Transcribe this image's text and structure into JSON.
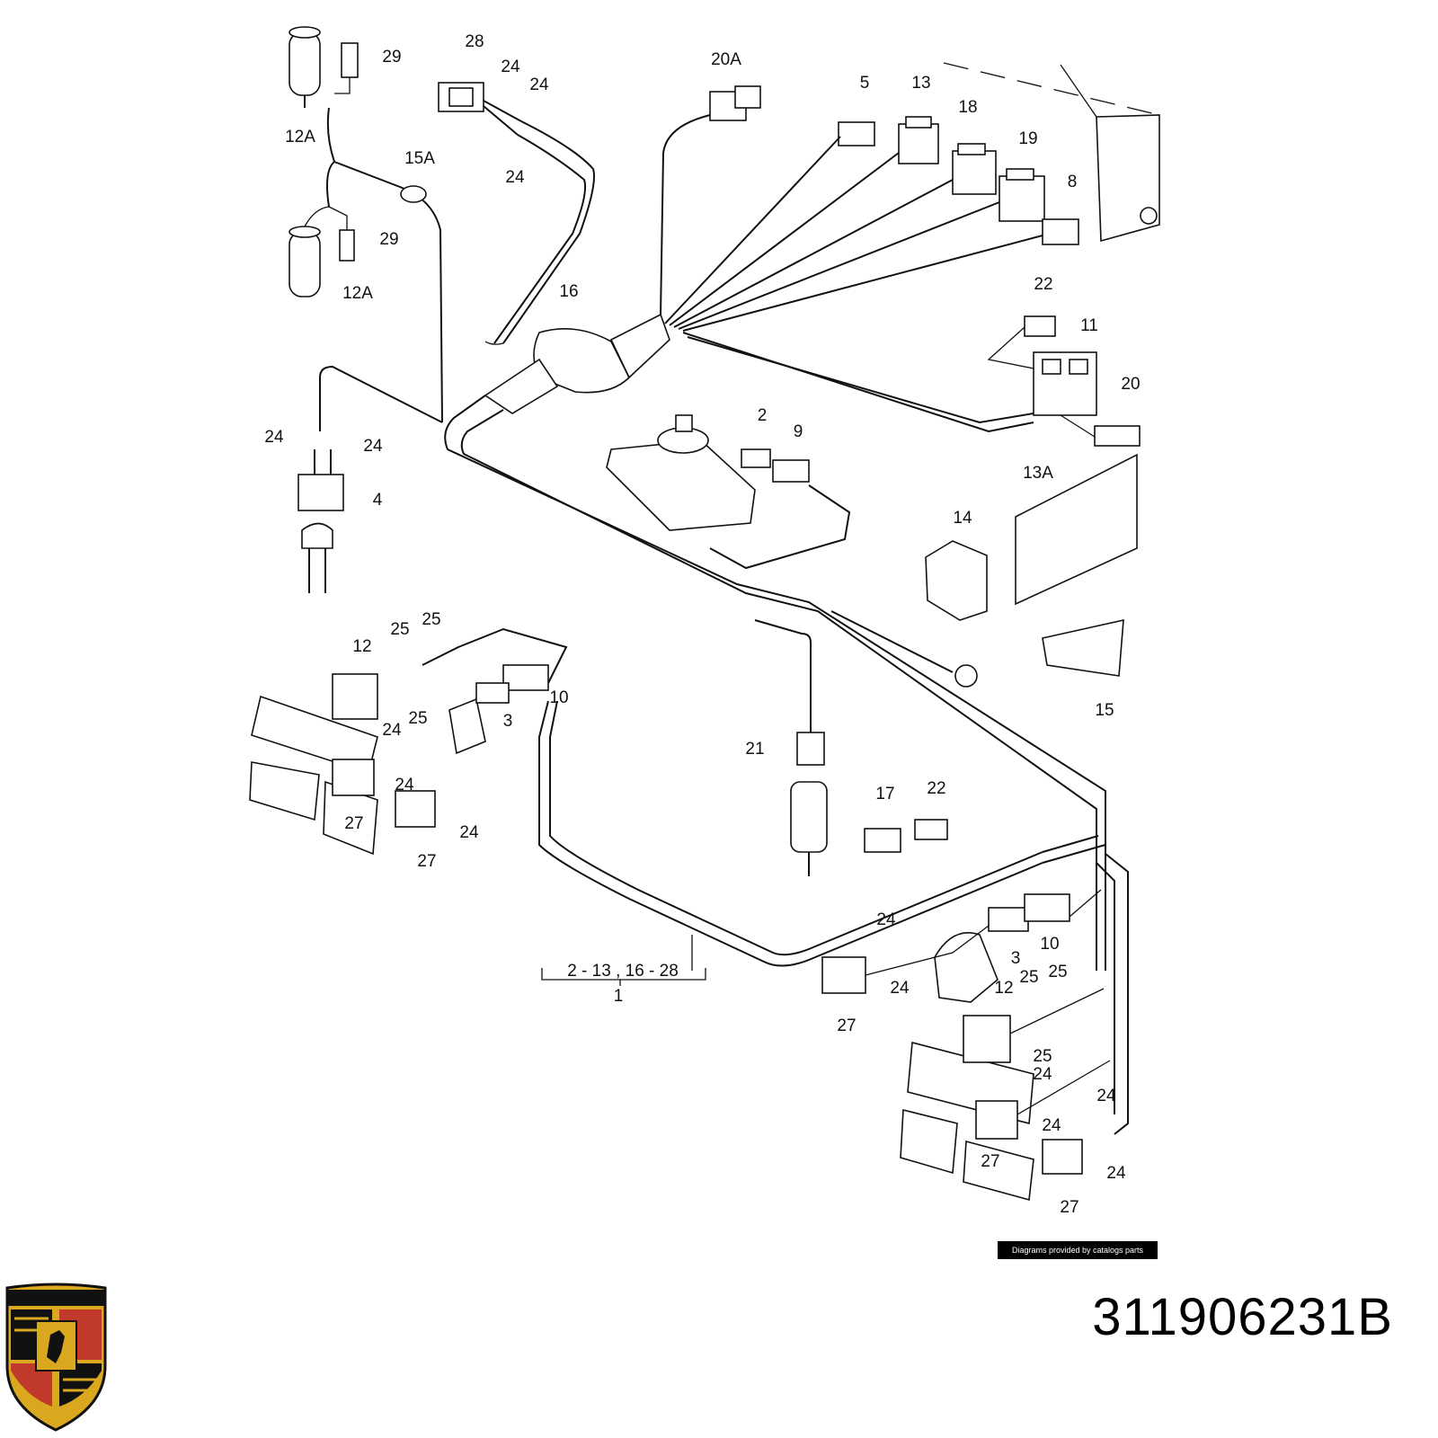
{
  "diagram": {
    "callouts": [
      {
        "id": "c1",
        "text": "29"
      },
      {
        "id": "c2",
        "text": "12A"
      },
      {
        "id": "c3",
        "text": "29"
      },
      {
        "id": "c4",
        "text": "12A"
      },
      {
        "id": "c5",
        "text": "15A"
      },
      {
        "id": "c6",
        "text": "28"
      },
      {
        "id": "c7",
        "text": "24"
      },
      {
        "id": "c8",
        "text": "24"
      },
      {
        "id": "c9",
        "text": "24"
      },
      {
        "id": "c10",
        "text": "20A"
      },
      {
        "id": "c11",
        "text": "5"
      },
      {
        "id": "c12",
        "text": "13"
      },
      {
        "id": "c13",
        "text": "18"
      },
      {
        "id": "c14",
        "text": "19"
      },
      {
        "id": "c15",
        "text": "8"
      },
      {
        "id": "c16",
        "text": "16"
      },
      {
        "id": "c17",
        "text": "22"
      },
      {
        "id": "c18",
        "text": "11"
      },
      {
        "id": "c19",
        "text": "20"
      },
      {
        "id": "c20",
        "text": "2"
      },
      {
        "id": "c21",
        "text": "9"
      },
      {
        "id": "c22",
        "text": "13A"
      },
      {
        "id": "c23",
        "text": "24"
      },
      {
        "id": "c24",
        "text": "24"
      },
      {
        "id": "c25",
        "text": "4"
      },
      {
        "id": "c26",
        "text": "14"
      },
      {
        "id": "c27",
        "text": "15"
      },
      {
        "id": "c28",
        "text": "12"
      },
      {
        "id": "c29",
        "text": "25"
      },
      {
        "id": "c30",
        "text": "25"
      },
      {
        "id": "c31",
        "text": "10"
      },
      {
        "id": "c32",
        "text": "3"
      },
      {
        "id": "c33",
        "text": "24"
      },
      {
        "id": "c34",
        "text": "25"
      },
      {
        "id": "c35",
        "text": "24"
      },
      {
        "id": "c36",
        "text": "27"
      },
      {
        "id": "c37",
        "text": "24"
      },
      {
        "id": "c38",
        "text": "27"
      },
      {
        "id": "c39",
        "text": "21"
      },
      {
        "id": "c40",
        "text": "17"
      },
      {
        "id": "c41",
        "text": "22"
      },
      {
        "id": "c42",
        "text": "24"
      },
      {
        "id": "c43",
        "text": "3"
      },
      {
        "id": "c44",
        "text": "10"
      },
      {
        "id": "c45",
        "text": "24"
      },
      {
        "id": "c46",
        "text": "27"
      },
      {
        "id": "c47",
        "text": "12"
      },
      {
        "id": "c48",
        "text": "25"
      },
      {
        "id": "c49",
        "text": "25"
      },
      {
        "id": "c50",
        "text": "25"
      },
      {
        "id": "c51",
        "text": "24"
      },
      {
        "id": "c52",
        "text": "24"
      },
      {
        "id": "c53",
        "text": "24"
      },
      {
        "id": "c54",
        "text": "27"
      },
      {
        "id": "c55",
        "text": "24"
      },
      {
        "id": "c56",
        "text": "27"
      }
    ],
    "range_label": "2 - 13 , 16 - 28",
    "range_total": "1"
  },
  "credit": "Diagrams provided by catalogs parts",
  "part_number": "311906231B",
  "logo": {
    "name": "porsche-crest",
    "colors": {
      "gold": "#d9a81e",
      "red": "#c0392b",
      "black": "#111111"
    }
  }
}
